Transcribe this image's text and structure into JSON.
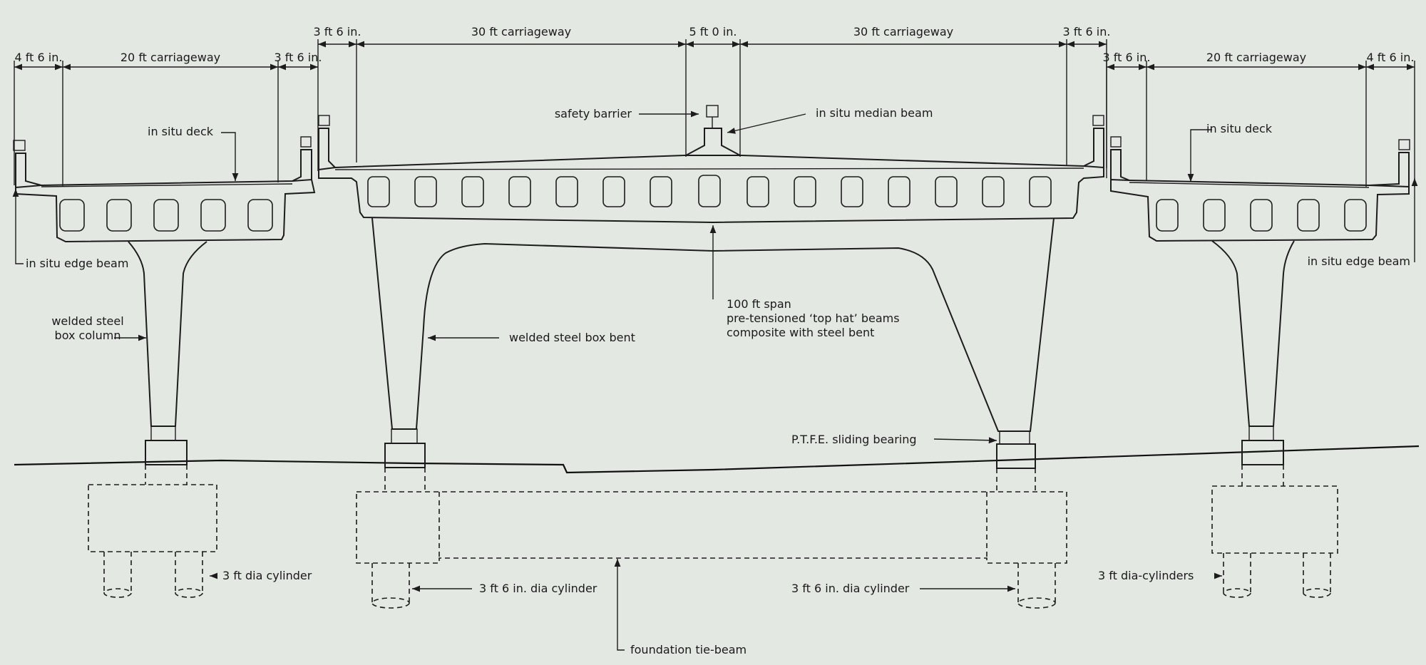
{
  "colors": {
    "background": "#e4e8e3",
    "ink": "#1c1c1c"
  },
  "dimensions": {
    "left_edge": "4 ft 6 in.",
    "left_carriageway": "20 ft carriageway",
    "left_verge": "3 ft 6 in.",
    "centre_left_verge": "3 ft 6 in.",
    "centre_left_carriageway": "30 ft carriageway",
    "median": "5 ft 0 in.",
    "centre_right_carriageway": "30 ft carriageway",
    "centre_right_verge": "3 ft 6 in.",
    "right_verge": "3 ft 6 in.",
    "right_carriageway": "20 ft carriageway",
    "right_edge": "4 ft 6 in."
  },
  "labels": {
    "left_deck": "in situ deck",
    "right_deck": "in situ deck",
    "left_edge_beam": "in situ edge beam",
    "right_edge_beam": "in situ edge beam",
    "safety_barrier": "safety barrier",
    "median_beam": "in situ median beam",
    "span_line1": "100 ft span",
    "span_line2": "pre-tensioned ‘top hat’ beams",
    "span_line3": "composite with steel bent",
    "column_line1": "welded steel",
    "column_line2": "box column",
    "box_bent": "welded steel box bent",
    "ptfe_bearing": "P.T.F.E. sliding bearing",
    "left_cylinder": "3 ft dia cylinder",
    "centre_left_cylinder": "3 ft 6 in. dia cylinder",
    "centre_right_cylinder": "3 ft 6 in. dia cylinder",
    "right_cylinders": "3 ft dia-cylinders",
    "tie_beam": "foundation tie-beam"
  }
}
